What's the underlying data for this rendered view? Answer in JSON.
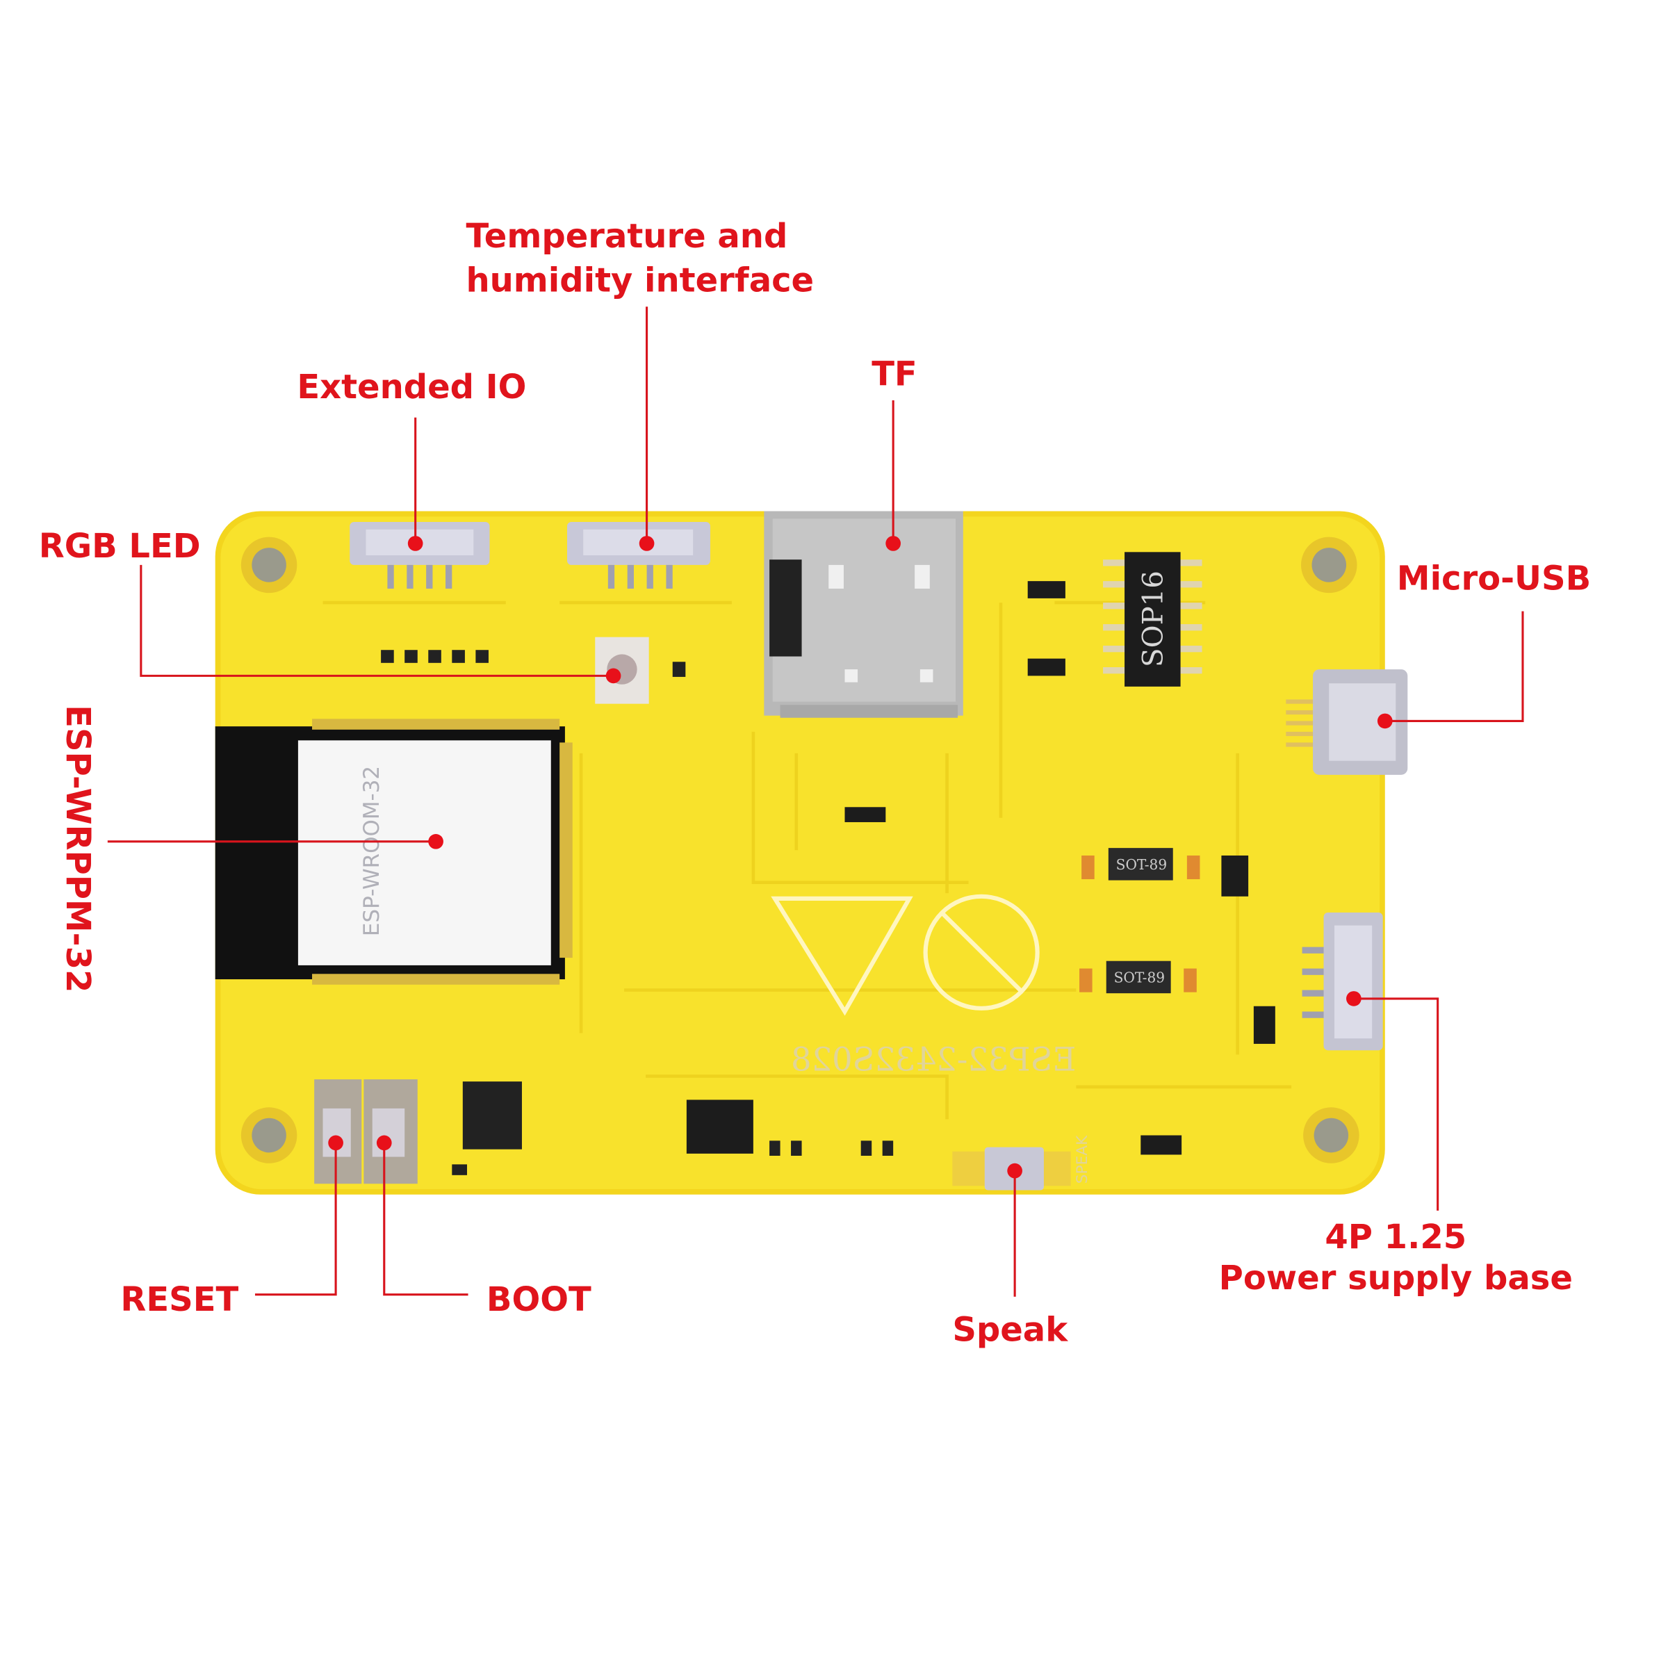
{
  "labels": {
    "temperature_line1": "Temperature and",
    "temperature_line2": "humidity interface",
    "extended_io": "Extended IO",
    "tf": "TF",
    "rgb_led": "RGB LED",
    "esp_module": "ESP-WRPPM-32",
    "micro_usb": "Micro-USB",
    "power_line1": "4P 1.25",
    "power_line2": "Power supply base",
    "reset": "RESET",
    "boot": "BOOT",
    "speak": "Speak"
  },
  "board": {
    "module_text": "ESP-WROOM-32",
    "chip_text": "SOP16",
    "model_text": "ESP32-2432S028",
    "regulator_text": "SOT-89",
    "speak_text": "SPEAK"
  },
  "colors": {
    "label_red": "#e0141c",
    "pcb_yellow": "#f8e22c"
  }
}
